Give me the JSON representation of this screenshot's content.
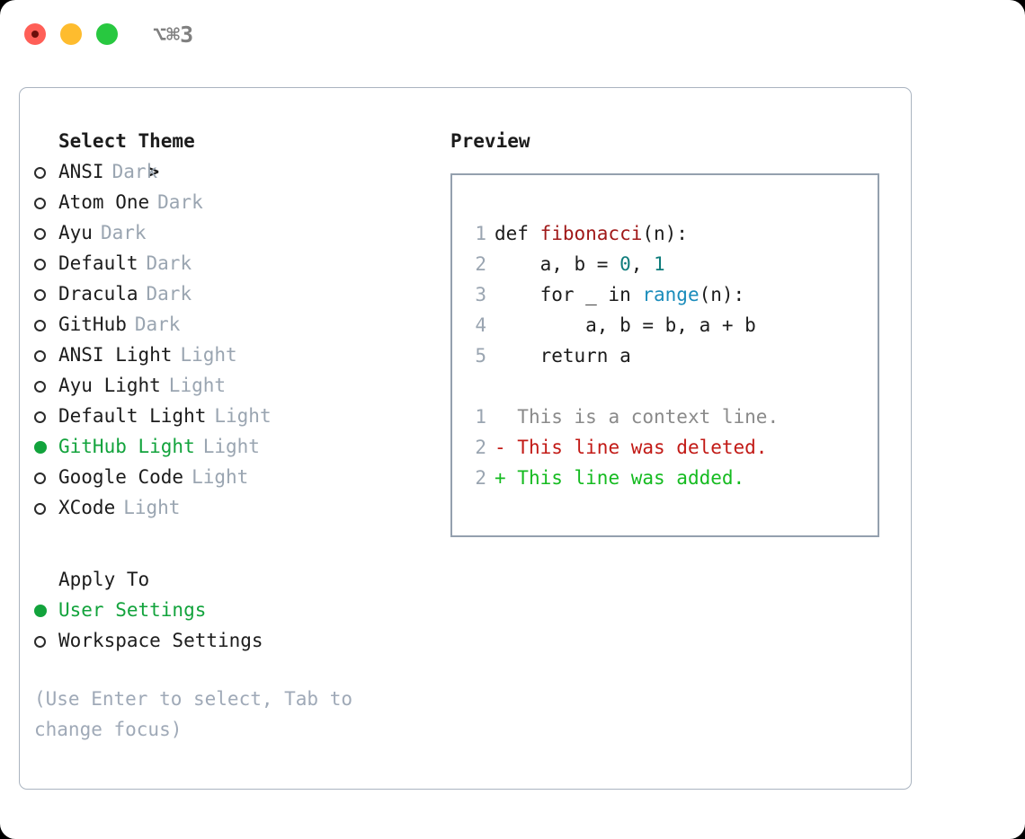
{
  "titlebar": {
    "shortcut": "⌥⌘3",
    "lights": [
      "close-red",
      "minimize-yellow",
      "maximize-green"
    ]
  },
  "theme_picker": {
    "header": {
      "caret": ">",
      "title": "Select Theme"
    },
    "items": [
      {
        "marker": "ring",
        "label": "ANSI",
        "tag": "Dark",
        "selected": false
      },
      {
        "marker": "ring",
        "label": "Atom One",
        "tag": "Dark",
        "selected": false
      },
      {
        "marker": "ring",
        "label": "Ayu",
        "tag": "Dark",
        "selected": false
      },
      {
        "marker": "ring",
        "label": "Default",
        "tag": "Dark",
        "selected": false
      },
      {
        "marker": "ring",
        "label": "Dracula",
        "tag": "Dark",
        "selected": false
      },
      {
        "marker": "ring",
        "label": "GitHub",
        "tag": "Dark",
        "selected": false
      },
      {
        "marker": "ring",
        "label": "ANSI Light",
        "tag": "Light",
        "selected": false
      },
      {
        "marker": "ring",
        "label": "Ayu Light",
        "tag": "Light",
        "selected": false
      },
      {
        "marker": "ring",
        "label": "Default Light",
        "tag": "Light",
        "selected": false
      },
      {
        "marker": "dot",
        "label": "GitHub Light",
        "tag": "Light",
        "selected": true
      },
      {
        "marker": "ring",
        "label": "Google Code",
        "tag": "Light",
        "selected": false
      },
      {
        "marker": "ring",
        "label": "XCode",
        "tag": "Light",
        "selected": false
      }
    ]
  },
  "apply_to": {
    "title": "Apply To",
    "options": [
      {
        "marker": "dot",
        "label": "User Settings",
        "selected": true
      },
      {
        "marker": "ring",
        "label": "Workspace Settings",
        "selected": false
      }
    ]
  },
  "hint": "(Use Enter to select, Tab to change focus)",
  "preview": {
    "title": "Preview",
    "code_lines": [
      {
        "no": "1",
        "parts": [
          {
            "t": "def ",
            "c": "plain"
          },
          {
            "t": "fibonacci",
            "c": "fn"
          },
          {
            "t": "(n):",
            "c": "plain"
          }
        ]
      },
      {
        "no": "2",
        "parts": [
          {
            "t": "    a, b = ",
            "c": "plain"
          },
          {
            "t": "0",
            "c": "num"
          },
          {
            "t": ", ",
            "c": "plain"
          },
          {
            "t": "1",
            "c": "num"
          }
        ]
      },
      {
        "no": "3",
        "parts": [
          {
            "t": "    for _ in ",
            "c": "plain"
          },
          {
            "t": "range",
            "c": "kwfn"
          },
          {
            "t": "(n):",
            "c": "plain"
          }
        ]
      },
      {
        "no": "4",
        "parts": [
          {
            "t": "        a, b = b, a + b",
            "c": "plain"
          }
        ]
      },
      {
        "no": "5",
        "parts": [
          {
            "t": "    return a",
            "c": "plain"
          }
        ]
      }
    ],
    "diff_lines": [
      {
        "no": "1",
        "sign": "  ",
        "text": "This is a context line.",
        "kind": "ctx"
      },
      {
        "no": "2",
        "sign": "- ",
        "text": "This line was deleted.",
        "kind": "del"
      },
      {
        "no": "2",
        "sign": "+ ",
        "text": "This line was added.",
        "kind": "add"
      }
    ]
  },
  "colors": {
    "accent_green": "#12a33c",
    "muted": "#9aa5b1",
    "border": "#94a0ae",
    "diff_add": "#15bb20",
    "diff_del": "#c21a16",
    "code_fn": "#a01919",
    "code_num": "#0e7c7b",
    "code_builtin": "#1a8cbb"
  }
}
